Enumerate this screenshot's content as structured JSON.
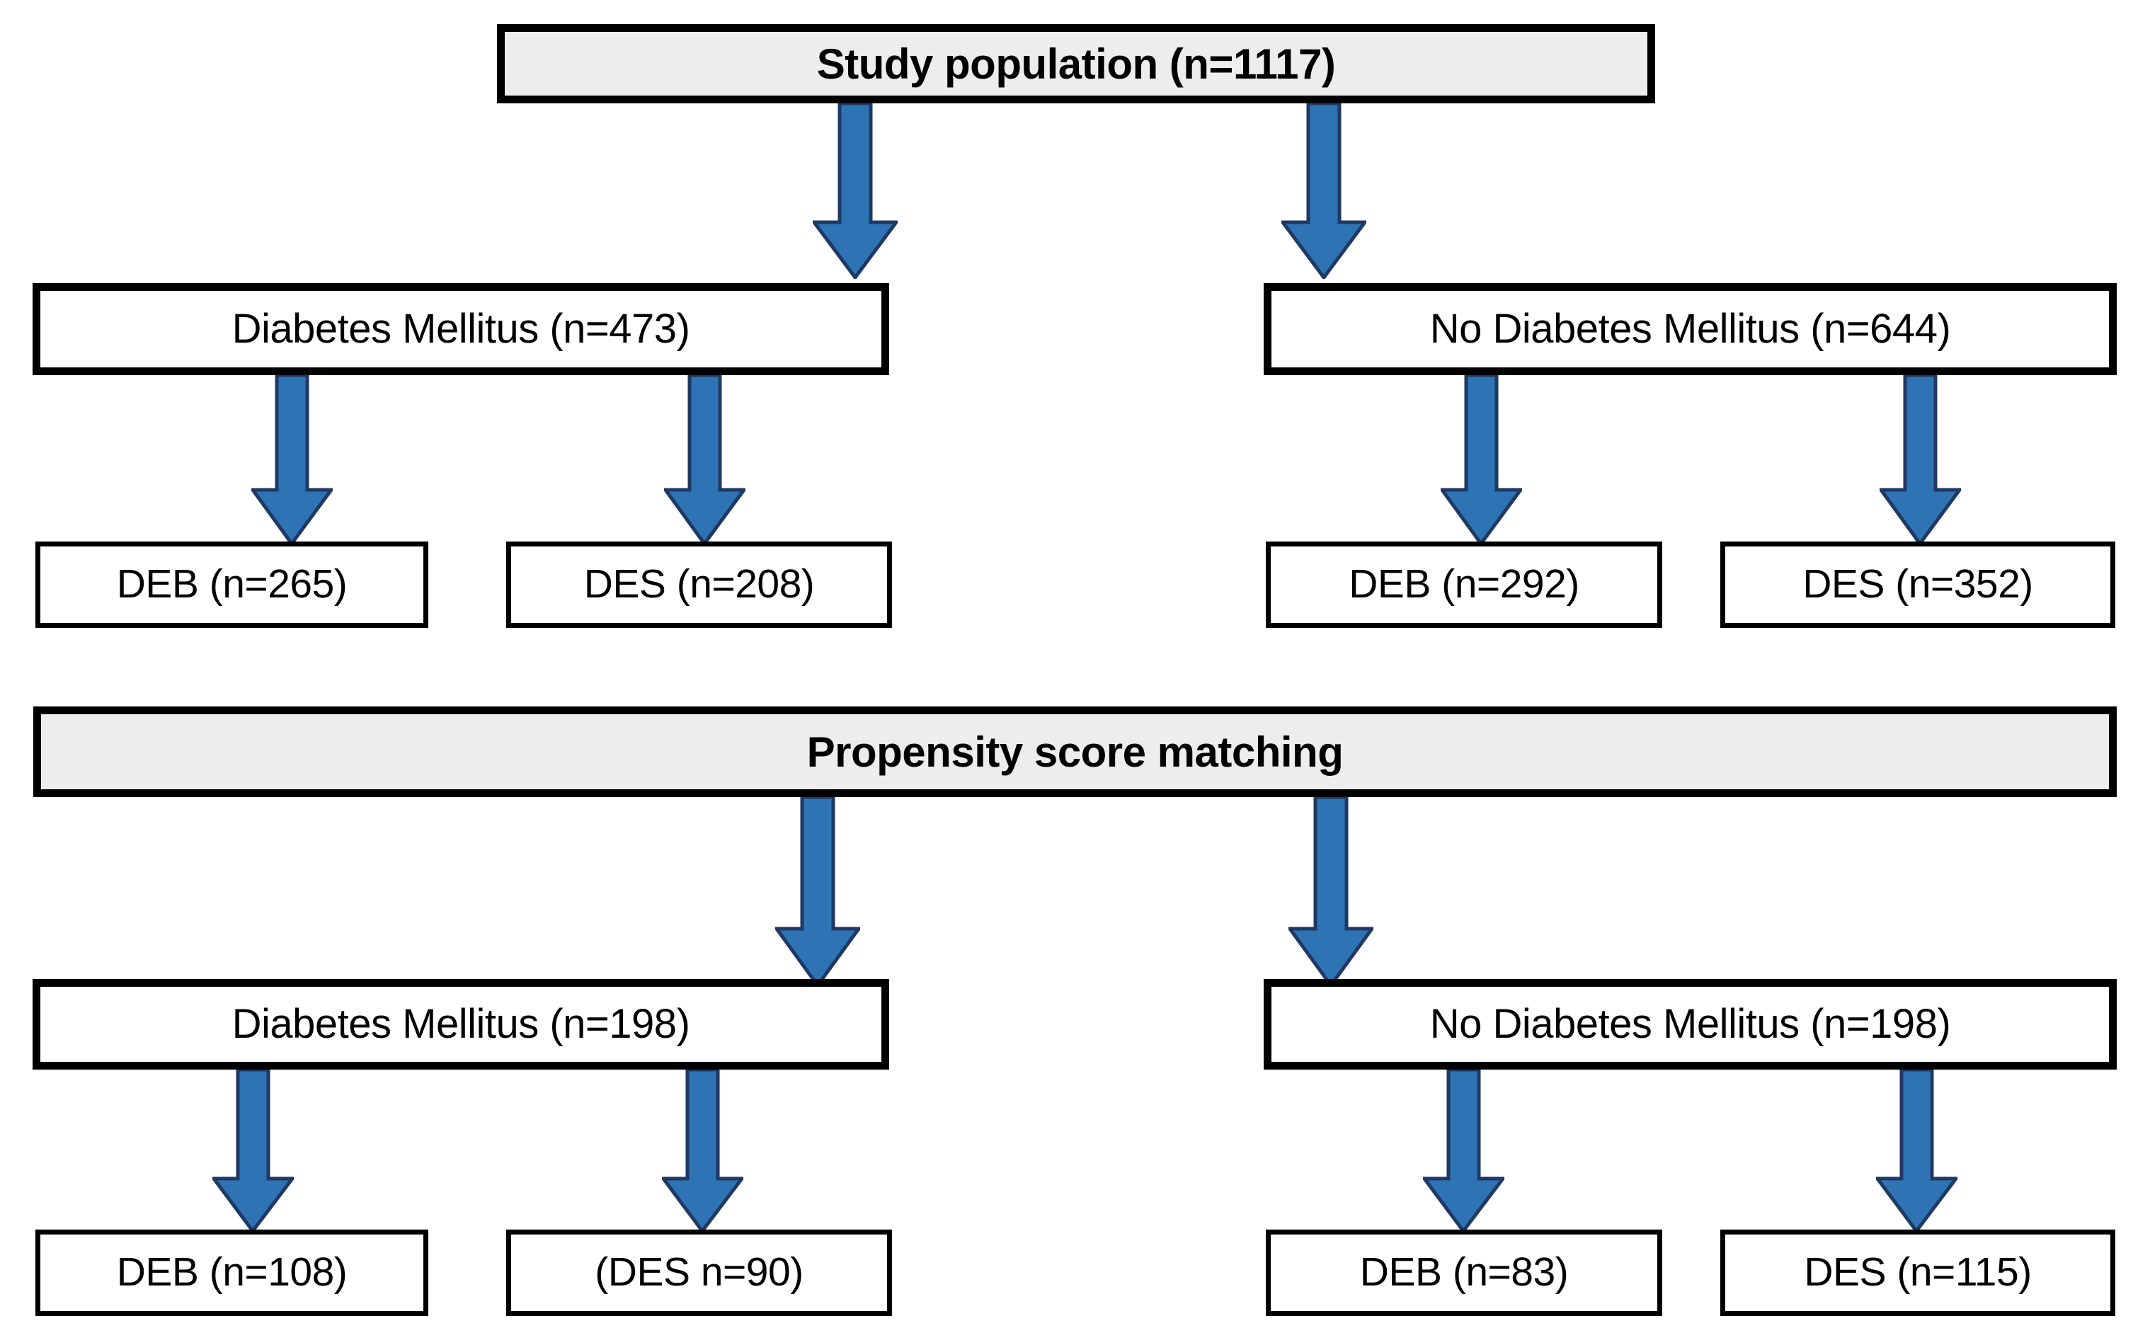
{
  "figure": {
    "type": "flowchart",
    "title": "Study population flow diagram with propensity score matching",
    "background_color": "#FFFFFF",
    "arrow_color": "#2E74B5",
    "arrow_outline_color": "#1F3864",
    "banner_fill_color": "#EDEDED",
    "node_fill_color": "#FFFFFF",
    "border_color": "#000000"
  },
  "nodes": {
    "study_population": "Study population (n=1117)",
    "dm_unmatched": "Diabetes Mellitus (n=473)",
    "no_dm_unmatched": "No Diabetes Mellitus (n=644)",
    "dm_deb_unmatched": "DEB (n=265)",
    "dm_des_unmatched": "DES (n=208)",
    "no_dm_deb_unmatched": "DEB (n=292)",
    "no_dm_des_unmatched": "DES (n=352)",
    "psm_banner": "Propensity score matching",
    "dm_matched": "Diabetes Mellitus (n=198)",
    "no_dm_matched": "No Diabetes Mellitus (n=198)",
    "dm_deb_matched": "DEB (n=108)",
    "dm_des_matched": "(DES n=90)",
    "no_dm_deb_matched": "DEB (n=83)",
    "no_dm_des_matched": "DES (n=115)"
  },
  "chart_data": {
    "type": "flowchart",
    "title": "Study population (n=1117)",
    "levels": [
      {
        "level": 1,
        "name": "study-population",
        "items": [
          {
            "label": "Study population",
            "n": 1117
          }
        ]
      },
      {
        "level": 2,
        "name": "diabetes-status-unmatched",
        "items": [
          {
            "label": "Diabetes Mellitus",
            "n": 473
          },
          {
            "label": "No Diabetes Mellitus",
            "n": 644
          }
        ]
      },
      {
        "level": 3,
        "name": "device-unmatched",
        "items": [
          {
            "label": "DEB",
            "n": 265,
            "parent": "Diabetes Mellitus"
          },
          {
            "label": "DES",
            "n": 208,
            "parent": "Diabetes Mellitus"
          },
          {
            "label": "DEB",
            "n": 292,
            "parent": "No Diabetes Mellitus"
          },
          {
            "label": "DES",
            "n": 352,
            "parent": "No Diabetes Mellitus"
          }
        ]
      },
      {
        "level": 4,
        "name": "propensity-score-matching",
        "items": [
          {
            "label": "Propensity score matching",
            "n": null
          }
        ]
      },
      {
        "level": 5,
        "name": "diabetes-status-matched",
        "items": [
          {
            "label": "Diabetes Mellitus",
            "n": 198
          },
          {
            "label": "No Diabetes Mellitus",
            "n": 198
          }
        ]
      },
      {
        "level": 6,
        "name": "device-matched",
        "items": [
          {
            "label": "DEB",
            "n": 108,
            "parent": "Diabetes Mellitus"
          },
          {
            "label": "DES",
            "n": 90,
            "parent": "Diabetes Mellitus"
          },
          {
            "label": "DEB",
            "n": 83,
            "parent": "No Diabetes Mellitus"
          },
          {
            "label": "DES",
            "n": 115,
            "parent": "No Diabetes Mellitus"
          }
        ]
      }
    ],
    "edges": [
      {
        "from": "Study population (n=1117)",
        "to": "Diabetes Mellitus (n=473)"
      },
      {
        "from": "Study population (n=1117)",
        "to": "No Diabetes Mellitus (n=644)"
      },
      {
        "from": "Diabetes Mellitus (n=473)",
        "to": "DEB (n=265)"
      },
      {
        "from": "Diabetes Mellitus (n=473)",
        "to": "DES (n=208)"
      },
      {
        "from": "No Diabetes Mellitus (n=644)",
        "to": "DEB (n=292)"
      },
      {
        "from": "No Diabetes Mellitus (n=644)",
        "to": "DES (n=352)"
      },
      {
        "from": "Propensity score matching",
        "to": "Diabetes Mellitus (n=198)"
      },
      {
        "from": "Propensity score matching",
        "to": "No Diabetes Mellitus (n=198)"
      },
      {
        "from": "Diabetes Mellitus (n=198)",
        "to": "DEB (n=108)"
      },
      {
        "from": "Diabetes Mellitus (n=198)",
        "to": "(DES n=90)"
      },
      {
        "from": "No Diabetes Mellitus (n=198)",
        "to": "DEB (n=83)"
      },
      {
        "from": "No Diabetes Mellitus (n=198)",
        "to": "DES (n=115)"
      }
    ]
  }
}
